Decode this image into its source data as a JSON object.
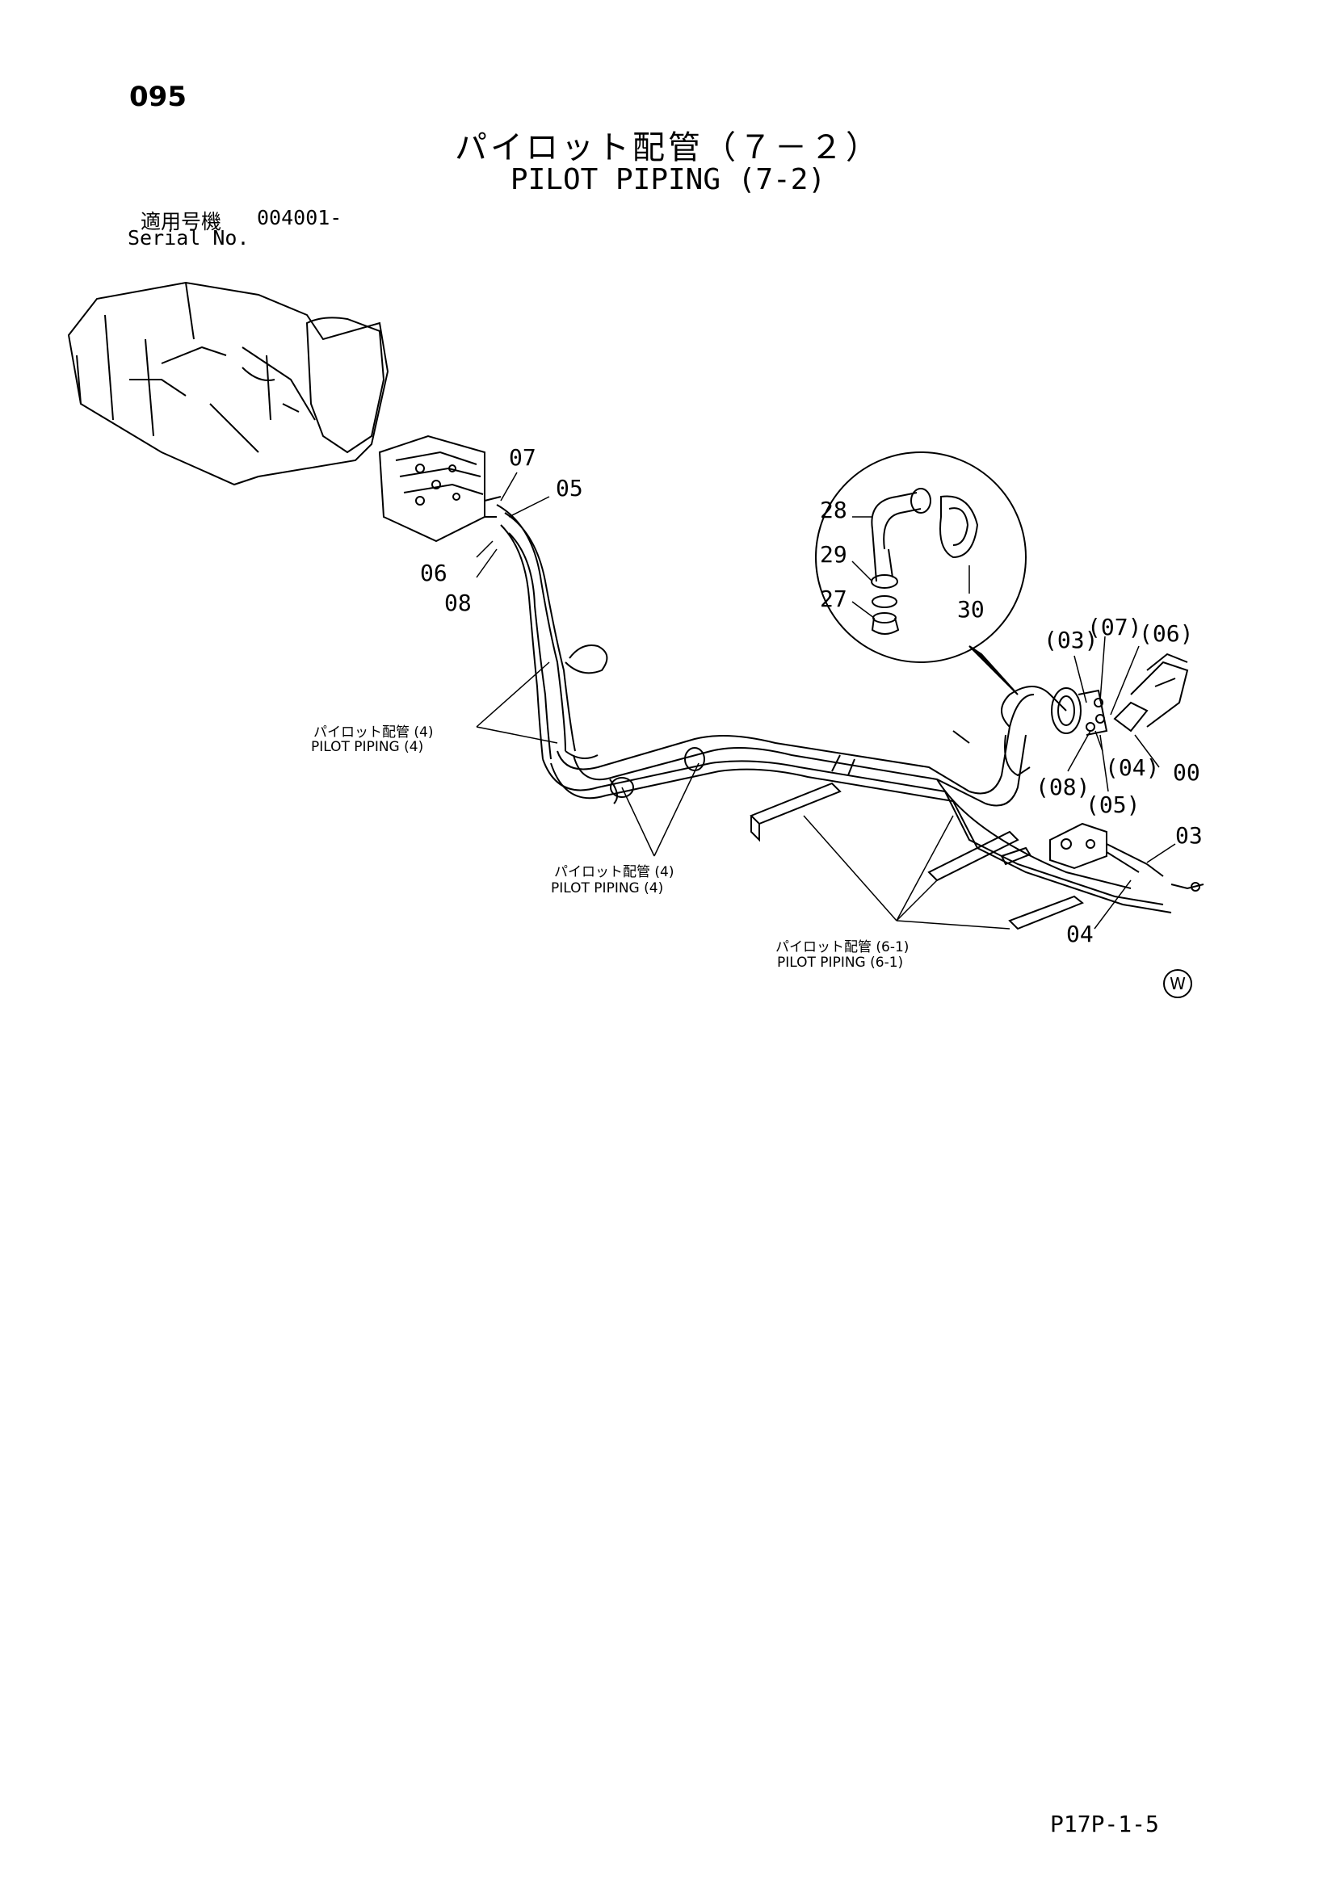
{
  "page_number": "095",
  "title_jp": "パイロット配管（７－２）",
  "title_en": "PILOT PIPING (7-2)",
  "serial": {
    "label_jp": "適用号機",
    "value": "004001-",
    "label_en": "Serial No."
  },
  "callouts": {
    "c07_top": "07",
    "c05_top": "05",
    "c06_left": "06",
    "c08_left": "08",
    "c28": "28",
    "c29": "29",
    "c27": "27",
    "c30": "30",
    "c03_paren": "(03)",
    "c07_paren": "(07)",
    "c06_paren": "(06)",
    "c04_paren": "(04)",
    "c00": "00",
    "c08_paren": "(08)",
    "c05_paren": "(05)",
    "c03_right": "03",
    "c04_right": "04"
  },
  "references": {
    "ref1_jp": "パイロット配管 (4)",
    "ref1_en": "PILOT  PIPING (4)",
    "ref2_jp": "パイロット配管 (4)",
    "ref2_en": "PILOT  PIPING (4)",
    "ref3_jp": "パイロット配管 (6-1)",
    "ref3_en": "PILOT  PIPING (6-1)"
  },
  "watermark": "W",
  "footer_code": "P17P-1-5"
}
